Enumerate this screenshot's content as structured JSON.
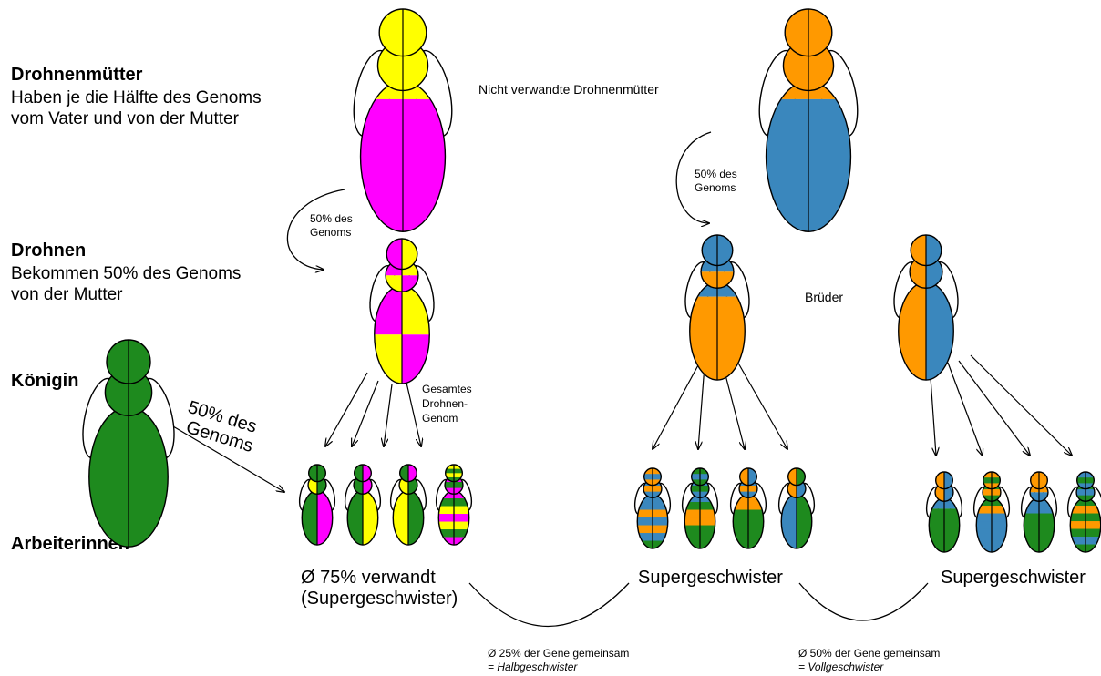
{
  "colors": {
    "yellow": "#ffff00",
    "magenta": "#ff00ff",
    "orange": "#ff9900",
    "blue": "#3a87bd",
    "green": "#1e8a1e",
    "outline": "#000000"
  },
  "labels": {
    "drohnenmuetter_title": "Drohnenmütter",
    "drohnenmuetter_line1": "Haben je die Hälfte des Genoms",
    "drohnenmuetter_line2": "vom Vater und von der Mutter",
    "drohnen_title": "Drohnen",
    "drohnen_line1": "Bekommen 50% des Genoms",
    "drohnen_line2": "von der Mutter",
    "koenigin_title": "Königin",
    "arbeiterinnen_title": "Arbeiterinnen",
    "not_related": "Nicht verwandte Drohnenmütter",
    "genome50_left_1": "50% des",
    "genome50_left_2": "Genoms",
    "genome50_right_1": "50% des",
    "genome50_right_2": "Genoms",
    "queen_genome_1": "50% des",
    "queen_genome_2": "Genoms",
    "gesamtes_1": "Gesamtes",
    "gesamtes_2": "Drohnen-",
    "gesamtes_3": "Genom",
    "brueder": "Brüder",
    "group1_line1": "Ø 75% verwandt",
    "group1_line2": "(Supergeschwister)",
    "group2": "Supergeschwister",
    "group3": "Supergeschwister",
    "half_siblings_1": "Ø 25% der Gene gemeinsam",
    "half_siblings_2": "= Halbgeschwister",
    "full_siblings_1": "Ø 50% der Gene gemeinsam",
    "full_siblings_2": "= Vollgeschwister"
  }
}
